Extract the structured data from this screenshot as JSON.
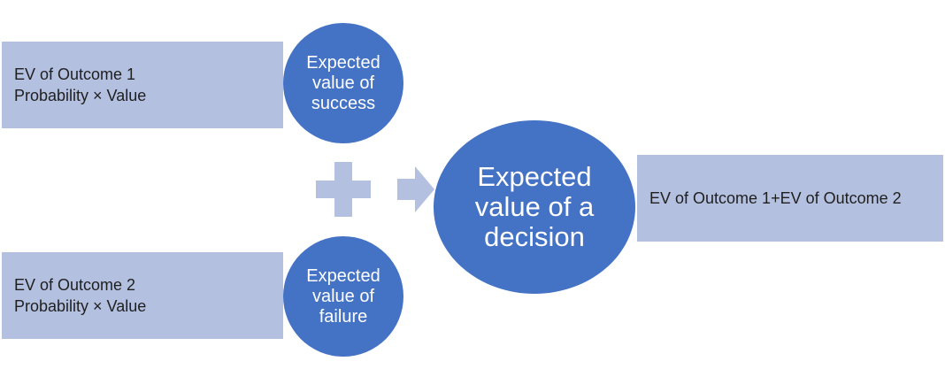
{
  "outcome1": {
    "line1": "EV of Outcome 1",
    "line2": "Probability × Value"
  },
  "outcome2": {
    "line1": "EV of Outcome 2",
    "line2": "Probability × Value"
  },
  "success_circle": {
    "line1": "Expected",
    "line2": "value of",
    "line3": "success"
  },
  "failure_circle": {
    "line1": "Expected",
    "line2": "value of",
    "line3": "failure"
  },
  "decision_circle": {
    "line1": "Expected",
    "line2": "value of a",
    "line3": "decision"
  },
  "result": {
    "text": "EV of Outcome 1+EV of Outcome 2"
  },
  "icons": {
    "plus": "plus-icon",
    "arrow": "arrow-right-icon"
  },
  "colors": {
    "box_fill": "#b4c0e0",
    "circle_fill": "#4472c4",
    "symbol_fill": "#b4c0e0",
    "box_text": "#1f1f1f",
    "circle_text": "#ffffff"
  }
}
